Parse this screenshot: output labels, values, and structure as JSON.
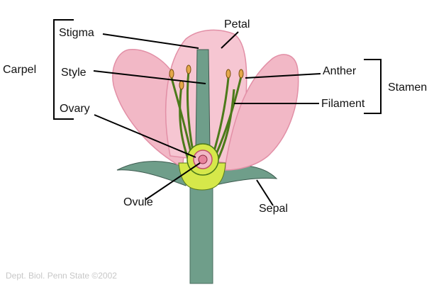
{
  "labels": {
    "carpel": "Carpel",
    "stigma": "Stigma",
    "style": "Style",
    "ovary": "Ovary",
    "ovule": "Ovule",
    "petal": "Petal",
    "anther": "Anther",
    "filament": "Filament",
    "stamen": "Stamen",
    "sepal": "Sepal"
  },
  "credit": "Dept. Biol. Penn State ©2002",
  "colors": {
    "petal": "#f2b8c6",
    "petal_edge": "#e28fa6",
    "stem": "#6f9e8a",
    "filament": "#9ccc3c",
    "ovary": "#d6e84a",
    "ovule": "#e7839c",
    "line": "#000000",
    "credit": "#c7c7c7"
  }
}
